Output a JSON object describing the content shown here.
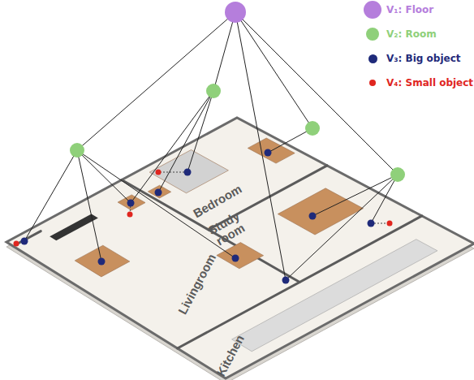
{
  "diagram": {
    "nodes": [
      {
        "text": [
          "Bedroom"
        ]
      },
      {
        "text": [
          "Study room"
        ]
      },
      {
        "text": [
          "Livingroom"
        ]
      },
      {
        "text": [
          "Kitchen"
        ]
      }
    ],
    "legend": [
      {
        "text": "V₁: Floor",
        "color": "#b57edc"
      },
      {
        "text": "V₂: Room",
        "color": "#8fd07a"
      },
      {
        "text": "V₃: Big object",
        "color": "#1f2a7a"
      },
      {
        "text": "V₄: Small object",
        "color": "#e0261f"
      }
    ]
  }
}
